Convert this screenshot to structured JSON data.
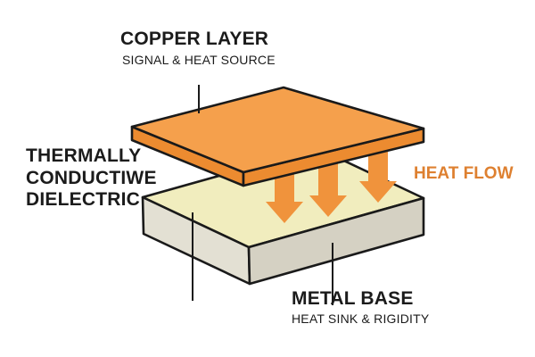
{
  "diagram": {
    "title_context": "Insulated metal substrate thermal diagram",
    "labels": {
      "copper": {
        "title": "COPPER LAYER",
        "subtitle": "SIGNAL & HEAT SOURCE"
      },
      "dielectric": {
        "line1": "THERMALLY",
        "line2": "CONDUCTIWE",
        "line3": "DIELECTRIC"
      },
      "heat_flow": "HEAT FLOW",
      "metal_base": {
        "title": "METAL BASE",
        "subtitle": "HEAT SINK & RIGIDITY"
      }
    },
    "colors": {
      "background": "#ffffff",
      "copper_top": "#f5a04c",
      "copper_side": "#ec8b30",
      "dielectric_top": "#f1edbe",
      "base_left_face": "#e3e0d3",
      "base_front_face": "#d5d1c3",
      "arrow": "#f0933c",
      "heat_flow_text": "#de8030",
      "outline": "#1a1a1a",
      "text": "#1b1b1b"
    }
  }
}
